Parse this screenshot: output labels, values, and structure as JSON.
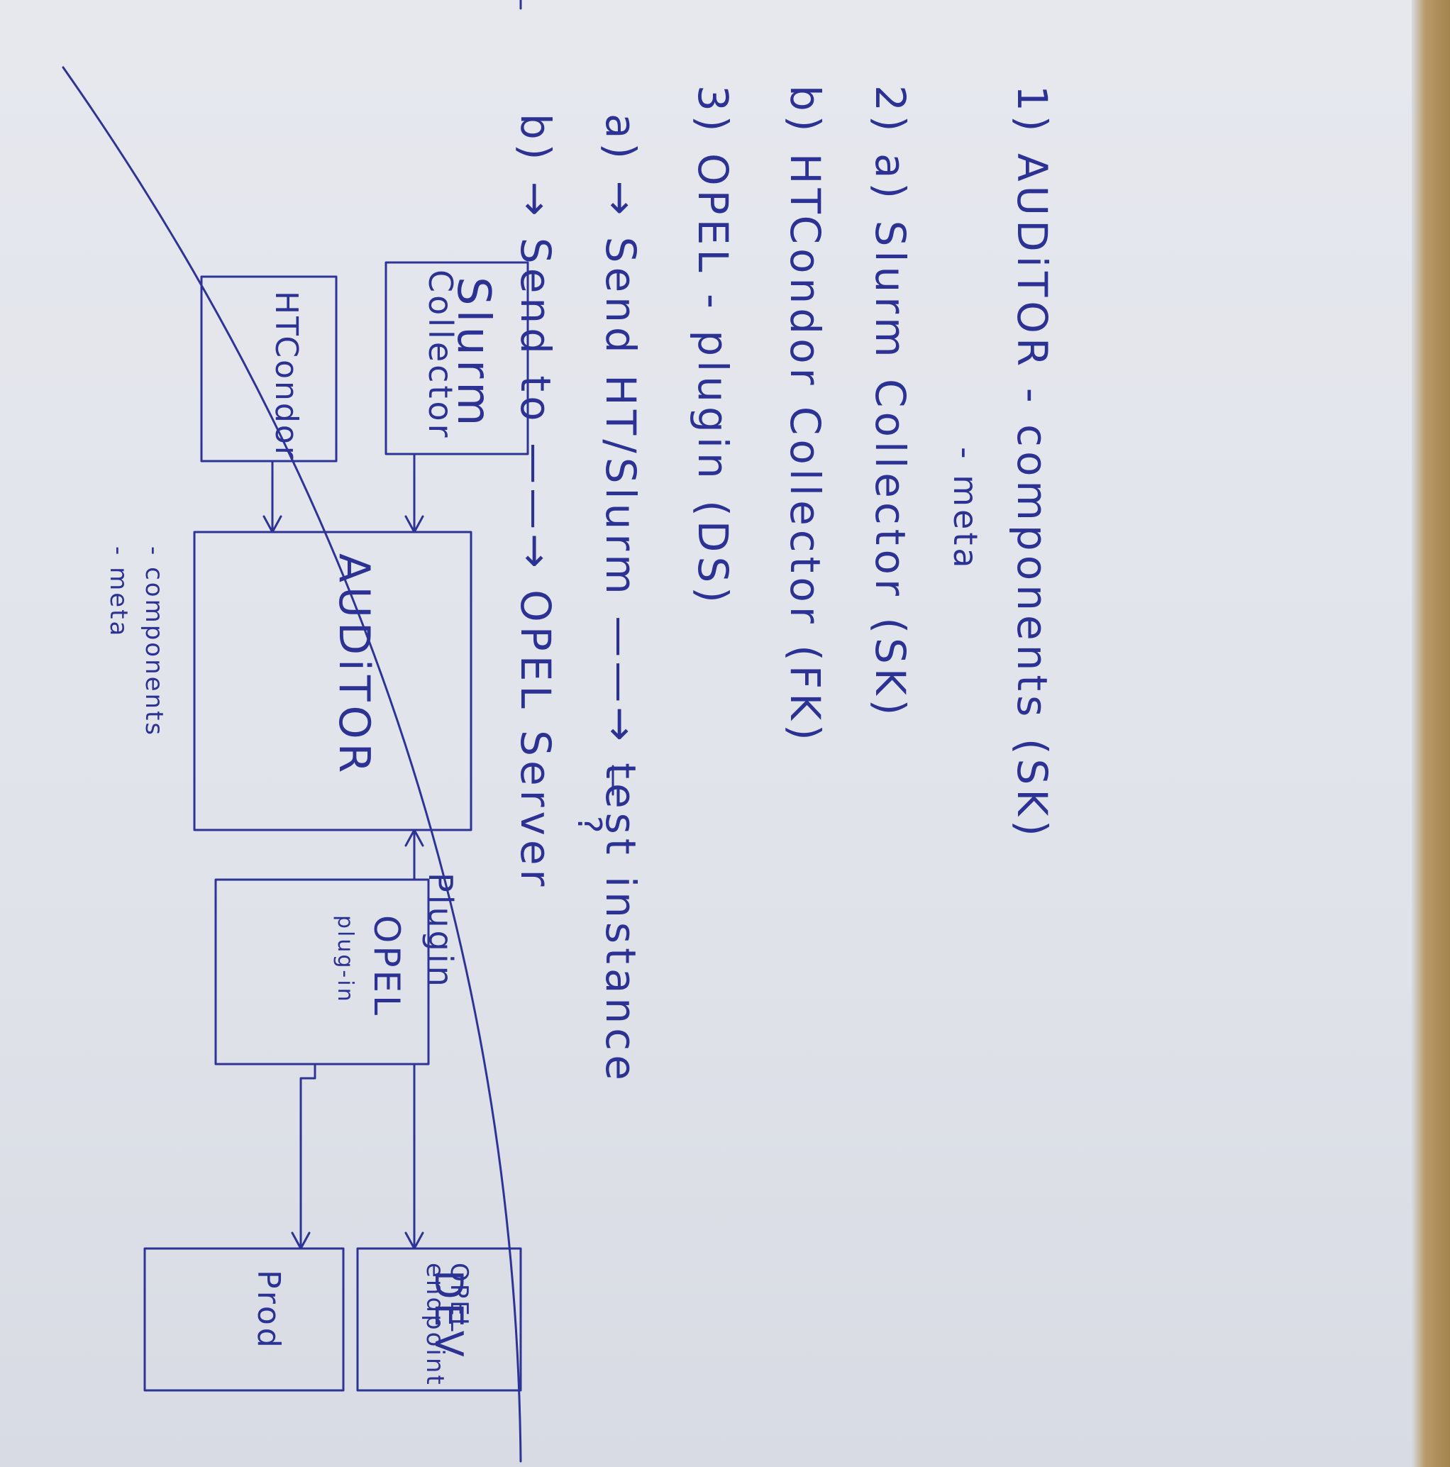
{
  "notes": {
    "item1": {
      "label": "1) AUDiTOR - components (SK)",
      "sub": "- meta"
    },
    "item2a": "2) a) Slurm Collector (SK)",
    "item2b": "b) HTCondor Collector (FK)",
    "item3": "3) OPEL - plugin (DS)",
    "item3a": "a) → Send HT/Slurm ——→ test instance",
    "item3b": "b) → Send to ——→ OPEL Server",
    "question_mark": "?"
  },
  "diagram": {
    "left_caption": "Collector",
    "right_caption": "Plugin",
    "endpoint_caption": "OPEL endpoint",
    "boxes": {
      "slurm": "Slurm",
      "htcondor": "HTCondor",
      "auditor": "AUDiTOR",
      "opel_plugin": "OPEL",
      "opel_plugin_sub": "plug-in",
      "dev": "DEV",
      "prod": "Prod"
    },
    "auditor_notes": [
      "- components",
      "- meta"
    ]
  }
}
